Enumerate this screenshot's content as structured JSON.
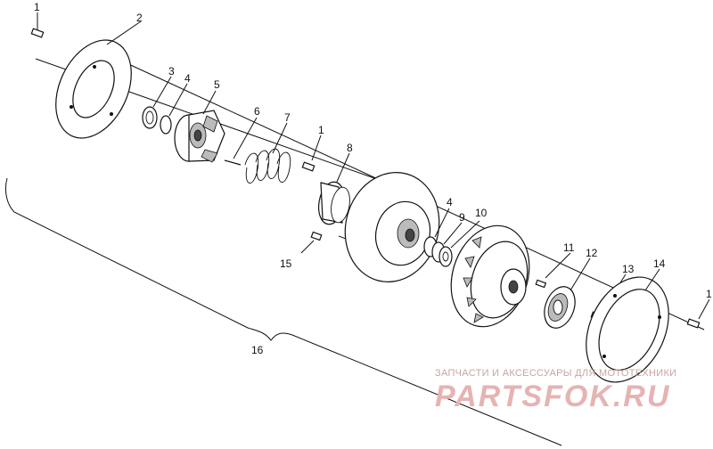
{
  "callouts": {
    "c1a": "1",
    "c2": "2",
    "c3": "3",
    "c4a": "4",
    "c5": "5",
    "c6": "6",
    "c7": "7",
    "c1b": "1",
    "c8": "8",
    "c4b": "4",
    "c9": "9",
    "c10": "10",
    "c15": "15",
    "c11": "11",
    "c12": "12",
    "c13": "13",
    "c14": "14",
    "c1c": "1",
    "c16": "16"
  },
  "watermark": {
    "tagline": "ЗАПЧАСТИ И АКСЕССУАРЫ ДЛЯ МОТОТЕХНИКИ",
    "logo": "PARTSFOK.RU"
  }
}
